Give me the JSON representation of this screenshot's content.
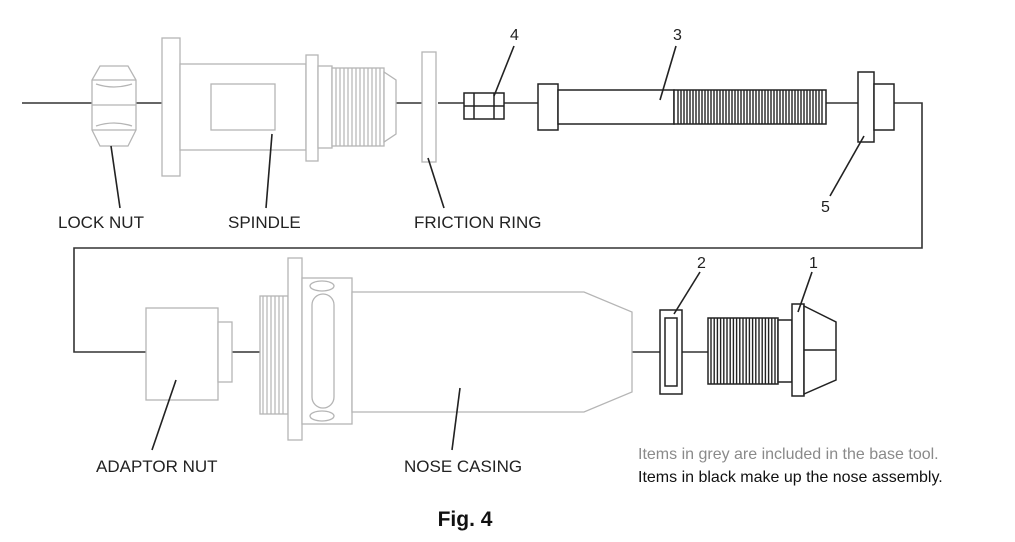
{
  "labels": {
    "lock_nut": "LOCK NUT",
    "spindle": "SPINDLE",
    "friction_ring": "FRICTION RING",
    "adaptor_nut": "ADAPTOR NUT",
    "nose_casing": "NOSE CASING"
  },
  "callouts": {
    "part_1": "1",
    "part_2": "2",
    "part_3": "3",
    "part_4": "4",
    "part_5": "5"
  },
  "notes": {
    "grey_items": "Items in grey are included in the base tool.",
    "black_items": "Items in black make up the nose assembly."
  },
  "caption": "Fig. 4",
  "colors": {
    "base_tool_parts": "#b5b5b5",
    "nose_assembly_parts": "#222222"
  }
}
